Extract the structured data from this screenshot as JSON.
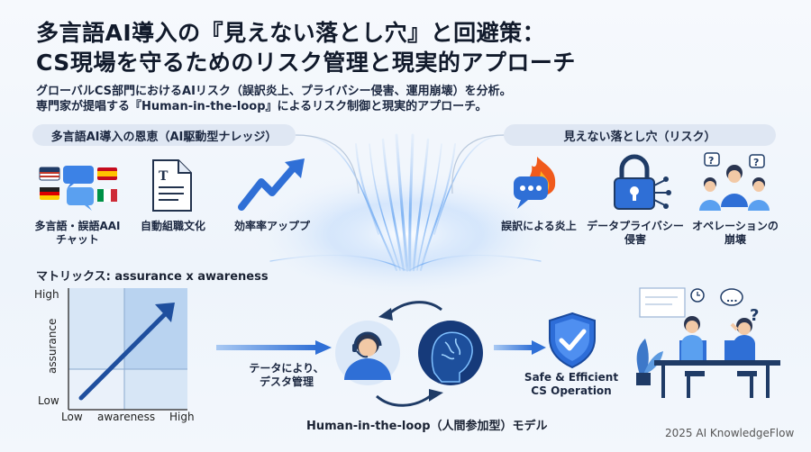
{
  "title": {
    "line1": "多言語AI導入の『見えない落とし穴』と回避策：",
    "line2": "CS現場を守るためのリスク管理と現実的アプローチ"
  },
  "subtitle": {
    "line1": "グローバルCS部門におけるAIリスク（誤訳炎上、プライバシー侵害、運用崩壊）を分析。",
    "line2": "専門家が提唱する『Human-in-the-loop』によるリスク制御と現実的アプローチ。"
  },
  "benefits": {
    "header": "多言語AI導入の恩恵（AI駆動型ナレッジ）",
    "items": [
      {
        "line1": "多言語・誤語AAI",
        "line2": "チャット",
        "icon": "multilingual-chat-icon"
      },
      {
        "line1": "自動組職文化",
        "line2": "",
        "icon": "document-icon"
      },
      {
        "line1": "効率率アッププ",
        "line2": "",
        "icon": "trend-up-arrow-icon"
      }
    ]
  },
  "risks": {
    "header": "見えない落とし穴（リスク）",
    "items": [
      {
        "line1": "誤訳による炎上",
        "line2": "",
        "icon": "flaming-chat-icon"
      },
      {
        "line1": "データプライバシー",
        "line2": "侵害",
        "icon": "lock-icon"
      },
      {
        "line1": "オペレーションの",
        "line2": "崩壊",
        "icon": "confused-operators-icon"
      }
    ]
  },
  "matrix": {
    "title": "マトリックス: assurance x awareness",
    "y_label": "assurance",
    "x_label": "awareness",
    "y_high": "High",
    "y_low": "Low",
    "x_low": "Low",
    "x_high": "High"
  },
  "flow": {
    "arrow_label_line1": "テータにより、",
    "arrow_label_line2": "デスタ管理",
    "hitl_caption": "Human-in-the-loop（人間参加型）モデル",
    "result_line1": "Safe & Efficient",
    "result_line2": "CS Operation"
  },
  "copyright": "2025 AI KnowledgeFlow",
  "colors": {
    "accent": "#2f6fd6",
    "flame": "#f05a1c",
    "panel": "#dfe7f3",
    "shield": "#2d6dd8"
  }
}
